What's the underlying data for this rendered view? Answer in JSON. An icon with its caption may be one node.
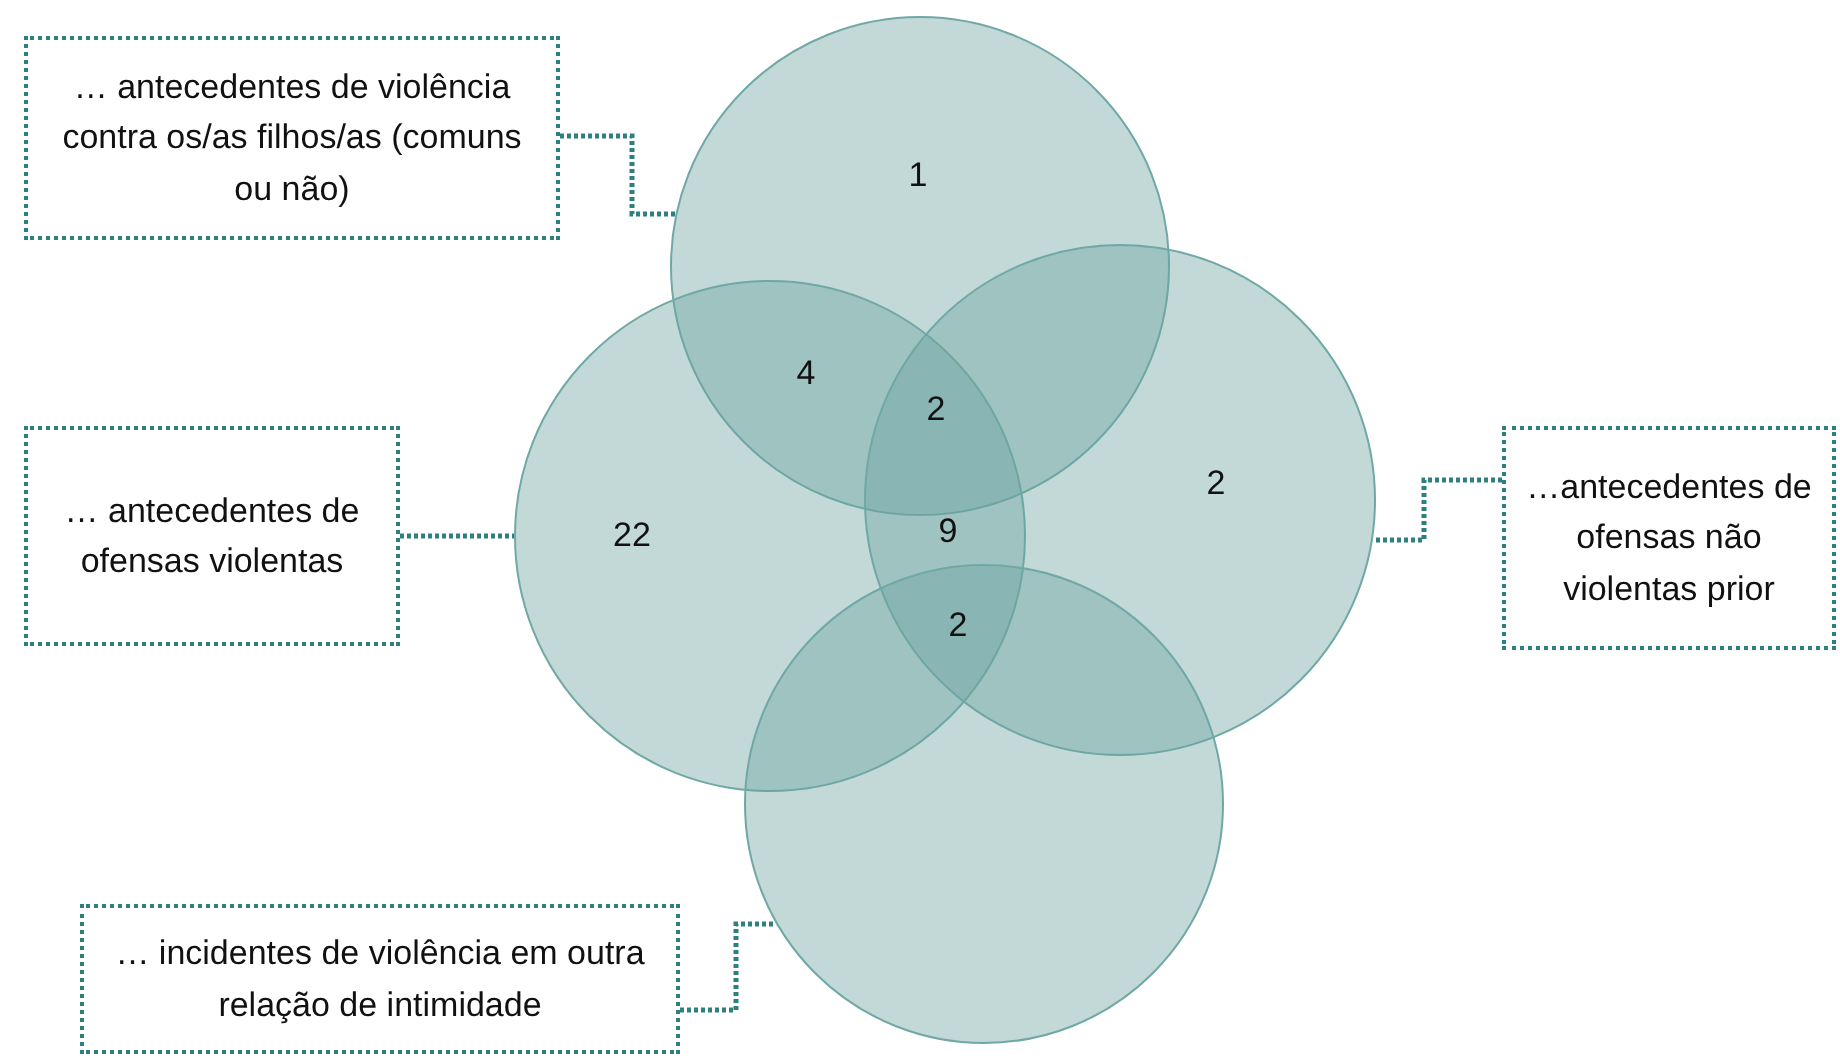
{
  "diagram": {
    "nodes": [
      {
        "text": [
          "… antecedentes de violência contra os/as filhos/as (comuns ou não)"
        ]
      },
      {
        "text": [],
        "shape": "circle"
      },
      {
        "text": [
          "… antecedentes de ofensas violentas"
        ]
      },
      {
        "text": [],
        "shape": "circle"
      },
      {
        "text": [],
        "shape": "circle"
      },
      {
        "text": [
          "…antecedentes de ofensas não violentas prior"
        ]
      },
      {
        "text": [],
        "shape": "circle"
      },
      {
        "text": [
          "… incidentes de violência em outra relação de intimidade"
        ]
      }
    ],
    "edges": [
      {
        "from": 0,
        "to": 1,
        "arrow": "none",
        "style": "dashed"
      },
      {
        "from": 2,
        "to": 3,
        "arrow": "none",
        "style": "dashed"
      },
      {
        "from": 5,
        "to": 4,
        "arrow": "none",
        "style": "dashed"
      },
      {
        "from": 7,
        "to": 6,
        "arrow": "none",
        "style": "dashed"
      }
    ],
    "labels": [
      "1",
      "4",
      "2",
      "2",
      "22",
      "9",
      "2"
    ]
  }
}
